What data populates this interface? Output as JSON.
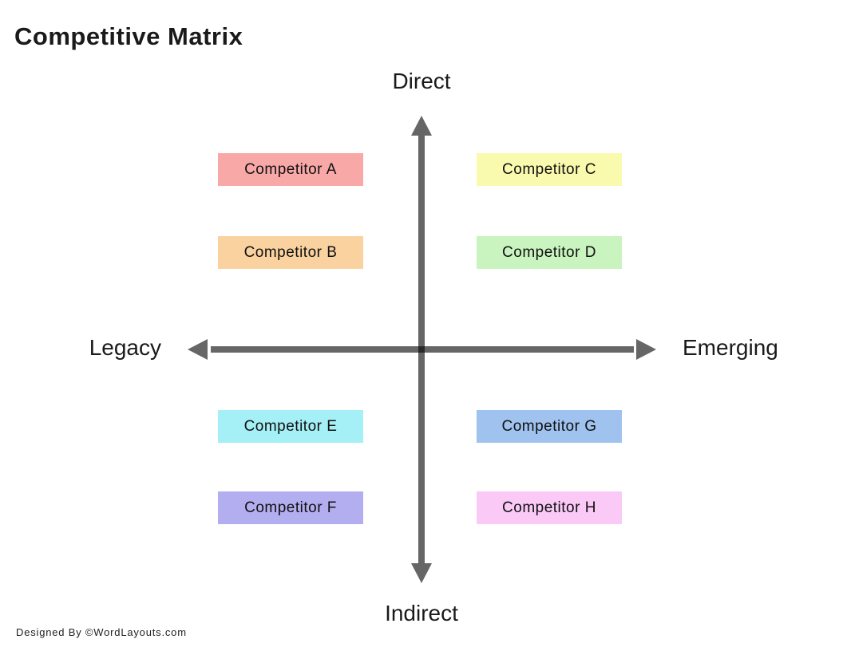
{
  "title": "Competitive Matrix",
  "axes": {
    "top_label": "Direct",
    "bottom_label": "Indirect",
    "left_label": "Legacy",
    "right_label": "Emerging",
    "color": "#666666"
  },
  "competitors": [
    {
      "label": "Competitor A",
      "color": "#F9A8A8",
      "quadrant": "top-left"
    },
    {
      "label": "Competitor B",
      "color": "#FAD2A0",
      "quadrant": "top-left"
    },
    {
      "label": "Competitor C",
      "color": "#FAFAAE",
      "quadrant": "top-right"
    },
    {
      "label": "Competitor D",
      "color": "#C9F3BF",
      "quadrant": "top-right"
    },
    {
      "label": "Competitor E",
      "color": "#A5EFF6",
      "quadrant": "bottom-left"
    },
    {
      "label": "Competitor F",
      "color": "#B3AEEF",
      "quadrant": "bottom-left"
    },
    {
      "label": "Competitor G",
      "color": "#9FC2EF",
      "quadrant": "bottom-right"
    },
    {
      "label": "Competitor H",
      "color": "#FAC9F6",
      "quadrant": "bottom-right"
    }
  ],
  "footer": {
    "credit": "Designed By ©WordLayouts.com"
  }
}
